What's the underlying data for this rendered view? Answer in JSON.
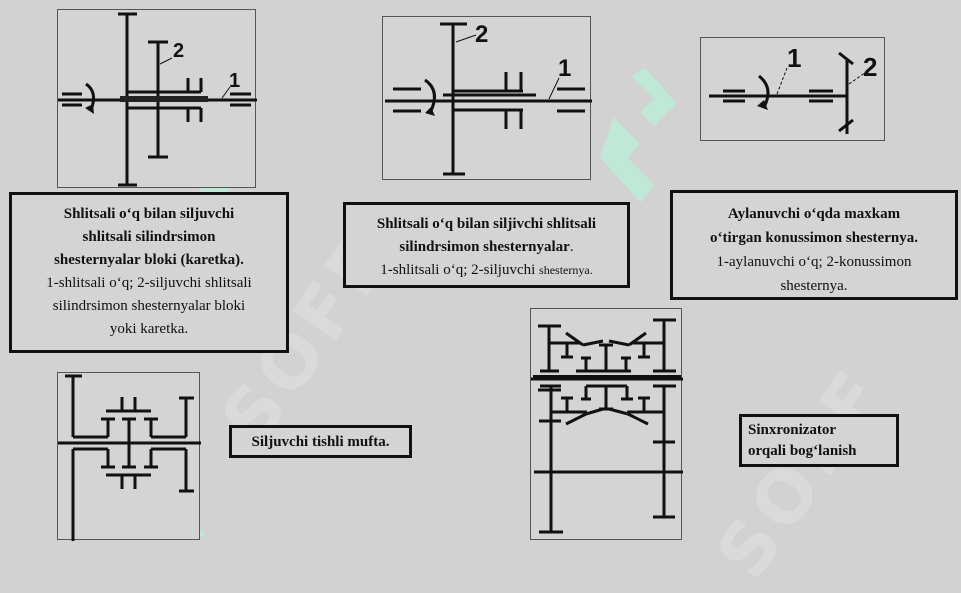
{
  "colors": {
    "background": "#d2d2d2",
    "watermark": "#bfe8d6",
    "ink": "#111111"
  },
  "watermark": {
    "icon": "ss-logo-watermark",
    "text": "SOFF"
  },
  "panels": [
    {
      "id": "karetka",
      "labels": {
        "one": "1",
        "two": "2"
      },
      "caption": {
        "title_lines": [
          "Shlitsali o‘q bilan siljuvchi",
          "shlitsali silindrsimon",
          "shesternyalar bloki (karetka)."
        ],
        "body_lines": [
          "1-shlitsali o‘q; 2-siljuvchi shlitsali",
          "silindrsimon  shesternyalar bloki",
          "yoki karetka."
        ]
      }
    },
    {
      "id": "shesternyalar",
      "labels": {
        "one": "1",
        "two": "2"
      },
      "caption": {
        "title_lines": [
          "Shlitsali o‘q bilan siljivchi shlitsali",
          "silindrsimon shesternyalar"
        ],
        "title_suffix": ".",
        "body_prefix": "1-shlitsali o‘q; 2-siljuvchi ",
        "body_small": "shesternya."
      }
    },
    {
      "id": "konussimon",
      "labels": {
        "one": "1",
        "two": "2"
      },
      "caption": {
        "title_lines": [
          "Aylanuvchi o‘qda maxkam",
          "o‘tirgan konussimon shesternya."
        ],
        "body_lines": [
          "1-aylanuvchi o‘q; 2-konussimon",
          "shesternya."
        ]
      }
    },
    {
      "id": "mufta",
      "caption": {
        "title": "Siljuvchi tishli mufta."
      }
    },
    {
      "id": "sinxronizator",
      "caption": {
        "title_lines": [
          "Sinxronizator",
          "orqali bog‘lanish"
        ]
      }
    }
  ]
}
